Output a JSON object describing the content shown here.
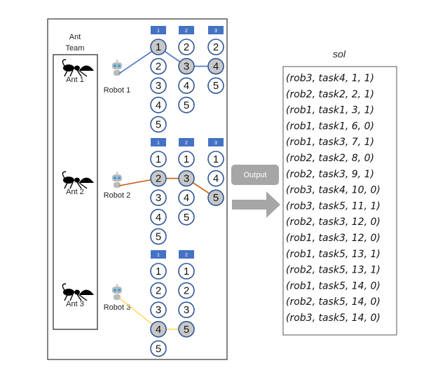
{
  "ant_team_label": [
    "Ant",
    "Team"
  ],
  "output_label": "Output",
  "sol_title": "sol",
  "colors": {
    "header": "#4472c4",
    "circle_stroke": "#2f5597",
    "selected_fill": "#c8c8c8",
    "path_robot1": "#4472c4",
    "path_robot2": "#c55a11",
    "path_robot3": "#ffd966",
    "arrow": "#a6a6a6"
  },
  "teams": [
    {
      "ant": "Ant 1",
      "robot": "Robot 1",
      "headers": [
        "1",
        "2",
        "3"
      ],
      "columns": [
        [
          "1",
          "2",
          "3",
          "4",
          "5"
        ],
        [
          "2",
          "3",
          "4",
          "5"
        ],
        [
          "2",
          "4",
          "5"
        ]
      ],
      "selected": [
        0,
        1,
        1
      ]
    },
    {
      "ant": "Ant 2",
      "robot": "Robot 2",
      "headers": [
        "1",
        "2",
        "3"
      ],
      "columns": [
        [
          "1",
          "2",
          "3",
          "4",
          "5"
        ],
        [
          "1",
          "3",
          "4",
          "5"
        ],
        [
          "1",
          "4",
          "5"
        ]
      ],
      "selected": [
        1,
        1,
        2
      ]
    },
    {
      "ant": "Ant 3",
      "robot": "Robot 3",
      "headers": [
        "1",
        "2"
      ],
      "columns": [
        [
          "1",
          "2",
          "3",
          "4",
          "5"
        ],
        [
          "1",
          "2",
          "3",
          "5"
        ]
      ],
      "selected": [
        3,
        3
      ]
    }
  ],
  "sol": [
    "(rob3, task4, 1, 1)",
    "(rob2, task2, 2, 1)",
    "(rob1, task1, 3, 1)",
    "(rob1, task1, 6, 0)",
    "(rob1, task3, 7, 1)",
    "(rob2, task2, 8, 0)",
    "(rob2, task3, 9, 1)",
    "(rob3, task4, 10, 0)",
    "(rob3, task5, 11, 1)",
    "(rob2, task3, 12, 0)",
    "(rob1, task3, 12, 0)",
    "(rob1, task5, 13, 1)",
    "(rob2, task5, 13, 1)",
    "(rob1, task5, 14, 0)",
    "(rob2, task5, 14, 0)",
    "(rob3, task5, 14, 0)"
  ]
}
